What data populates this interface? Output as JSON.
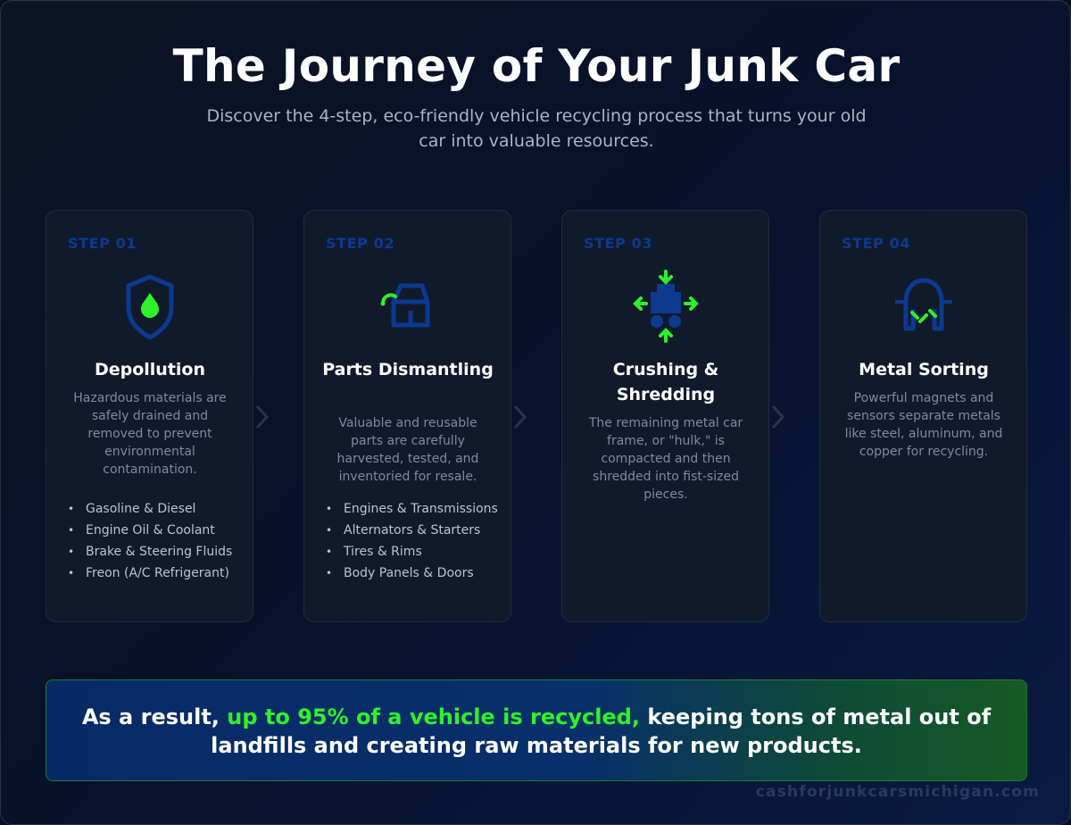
{
  "header": {
    "title": "The Journey of Your Junk Car",
    "subtitle": "Discover the 4-step, eco-friendly vehicle recycling process that turns your old car into valuable resources."
  },
  "colors": {
    "accent_green": "#2ef22a",
    "step_label_blue": "#0b3a8f",
    "icon_blue": "#0b3a8f"
  },
  "steps": [
    {
      "step_label": "STEP 01",
      "icon": "shield-drop-icon",
      "title": "Depollution",
      "description": "Hazardous materials are safely drained and removed to prevent environmental contamination.",
      "items": [
        "Gasoline & Diesel",
        "Engine Oil & Coolant",
        "Brake & Steering Fluids",
        "Freon (A/C Refrigerant)"
      ]
    },
    {
      "step_label": "STEP 02",
      "icon": "garage-wrench-icon",
      "title": "Parts Dismantling",
      "description": "Valuable and reusable parts are carefully harvested, tested, and inventoried for resale.",
      "items": [
        "Engines & Transmissions",
        "Alternators & Starters",
        "Tires & Rims",
        "Body Panels & Doors"
      ]
    },
    {
      "step_label": "STEP 03",
      "icon": "crusher-compress-icon",
      "title": "Crushing & Shredding",
      "description": "The remaining metal car frame, or \"hulk,\" is compacted and then shredded into fist-sized pieces.",
      "items": []
    },
    {
      "step_label": "STEP 04",
      "icon": "magnet-icon",
      "title": "Metal Sorting",
      "description": "Powerful magnets and sensors separate metals like steel, aluminum, and copper for recycling.",
      "items": []
    }
  ],
  "result": {
    "prefix": "As a result, ",
    "highlight": "up to 95% of a vehicle is recycled,",
    "suffix": " keeping tons of metal out of landfills and creating raw materials for new products."
  },
  "footer": {
    "site": "cashforjunkcarsmichigan.com"
  }
}
